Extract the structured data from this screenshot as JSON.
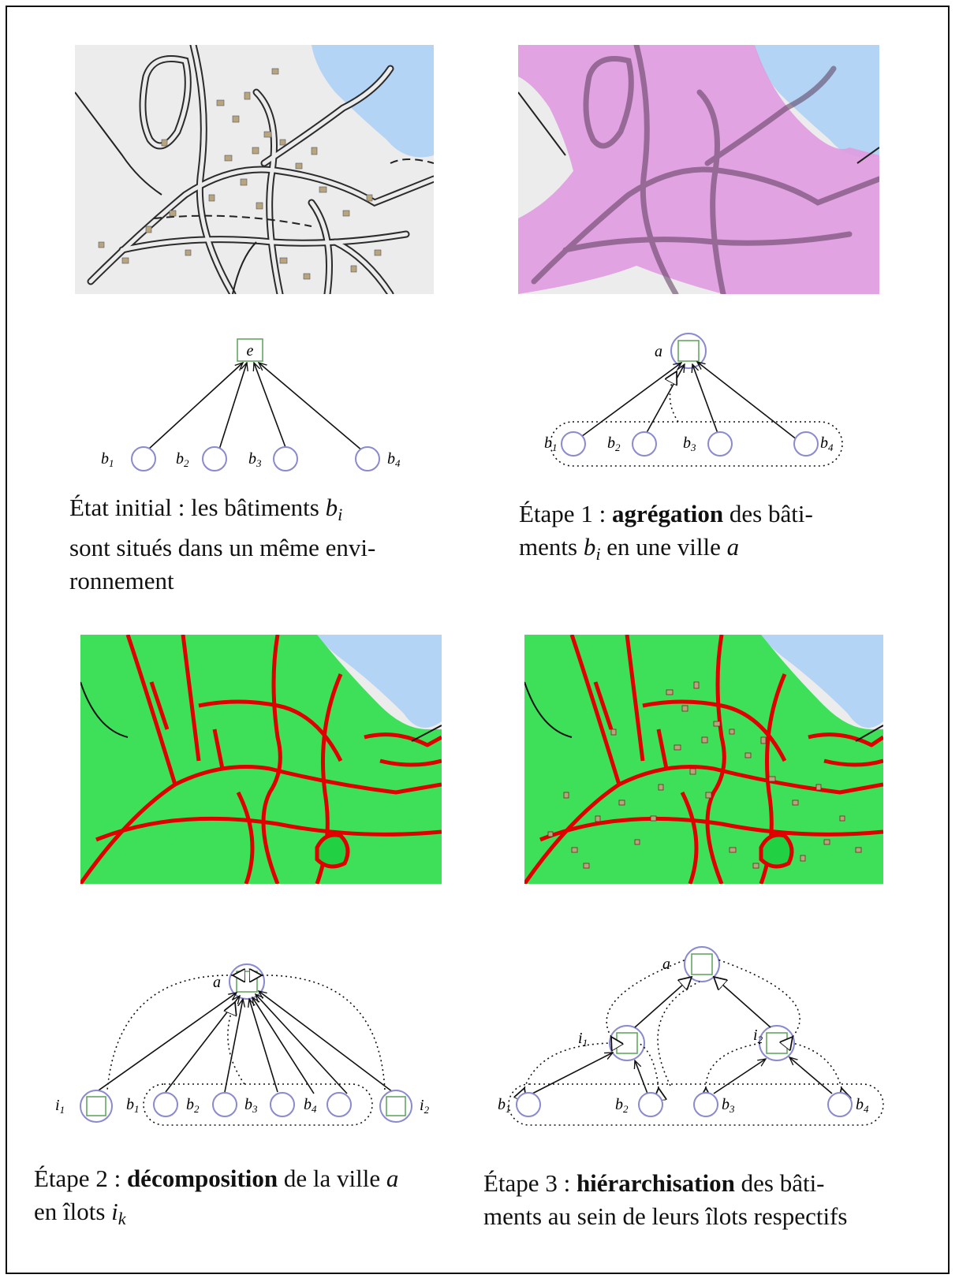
{
  "panels": {
    "initial": {
      "node_top": "e",
      "nodes": [
        "b1",
        "b2",
        "b3",
        "b4"
      ],
      "caption_pre": "État initial : les bâtiments",
      "caption_var": "b",
      "caption_sub": "i",
      "caption_post": "sont situés dans un même environnement",
      "caption_line2": "sont situés dans un même envi-",
      "caption_line3": "ronnement"
    },
    "step1": {
      "node_top": "a",
      "caption_pre": "Étape 1 :",
      "caption_bold": "agrégation",
      "caption_mid": "des bâti-",
      "caption_line2_pre": "ments",
      "caption_var": "b",
      "caption_sub": "i",
      "caption_line2_post": "en une ville",
      "caption_var2": "a"
    },
    "step2": {
      "node_top": "a",
      "caption_pre": "Étape 2 :",
      "caption_bold": "décomposition",
      "caption_mid": "de la ville",
      "caption_var": "a",
      "caption_line2_pre": "en îlots",
      "caption_var2": "i",
      "caption_sub2": "k"
    },
    "step3": {
      "node_top": "a",
      "caption_pre": "Étape 3 :",
      "caption_bold": "hiérarchisation",
      "caption_mid": "des bâti-",
      "caption_line2": "ments au sein de leurs îlots respectifs"
    }
  },
  "labels": {
    "b": "b",
    "i": "i",
    "a": "a",
    "e": "e",
    "s1": "1",
    "s2": "2",
    "s3": "3",
    "s4": "4"
  },
  "colors": {
    "map_ground": "#ececec",
    "water": "#b3d4f5",
    "road": "#2b2b2b",
    "building": "#b8a580",
    "aggregate": "#e09ce0",
    "block_fill": "#3ee05a",
    "block_border": "#e00000",
    "node_stroke": "#8a8ad0",
    "node_square": "#5aa05a"
  }
}
